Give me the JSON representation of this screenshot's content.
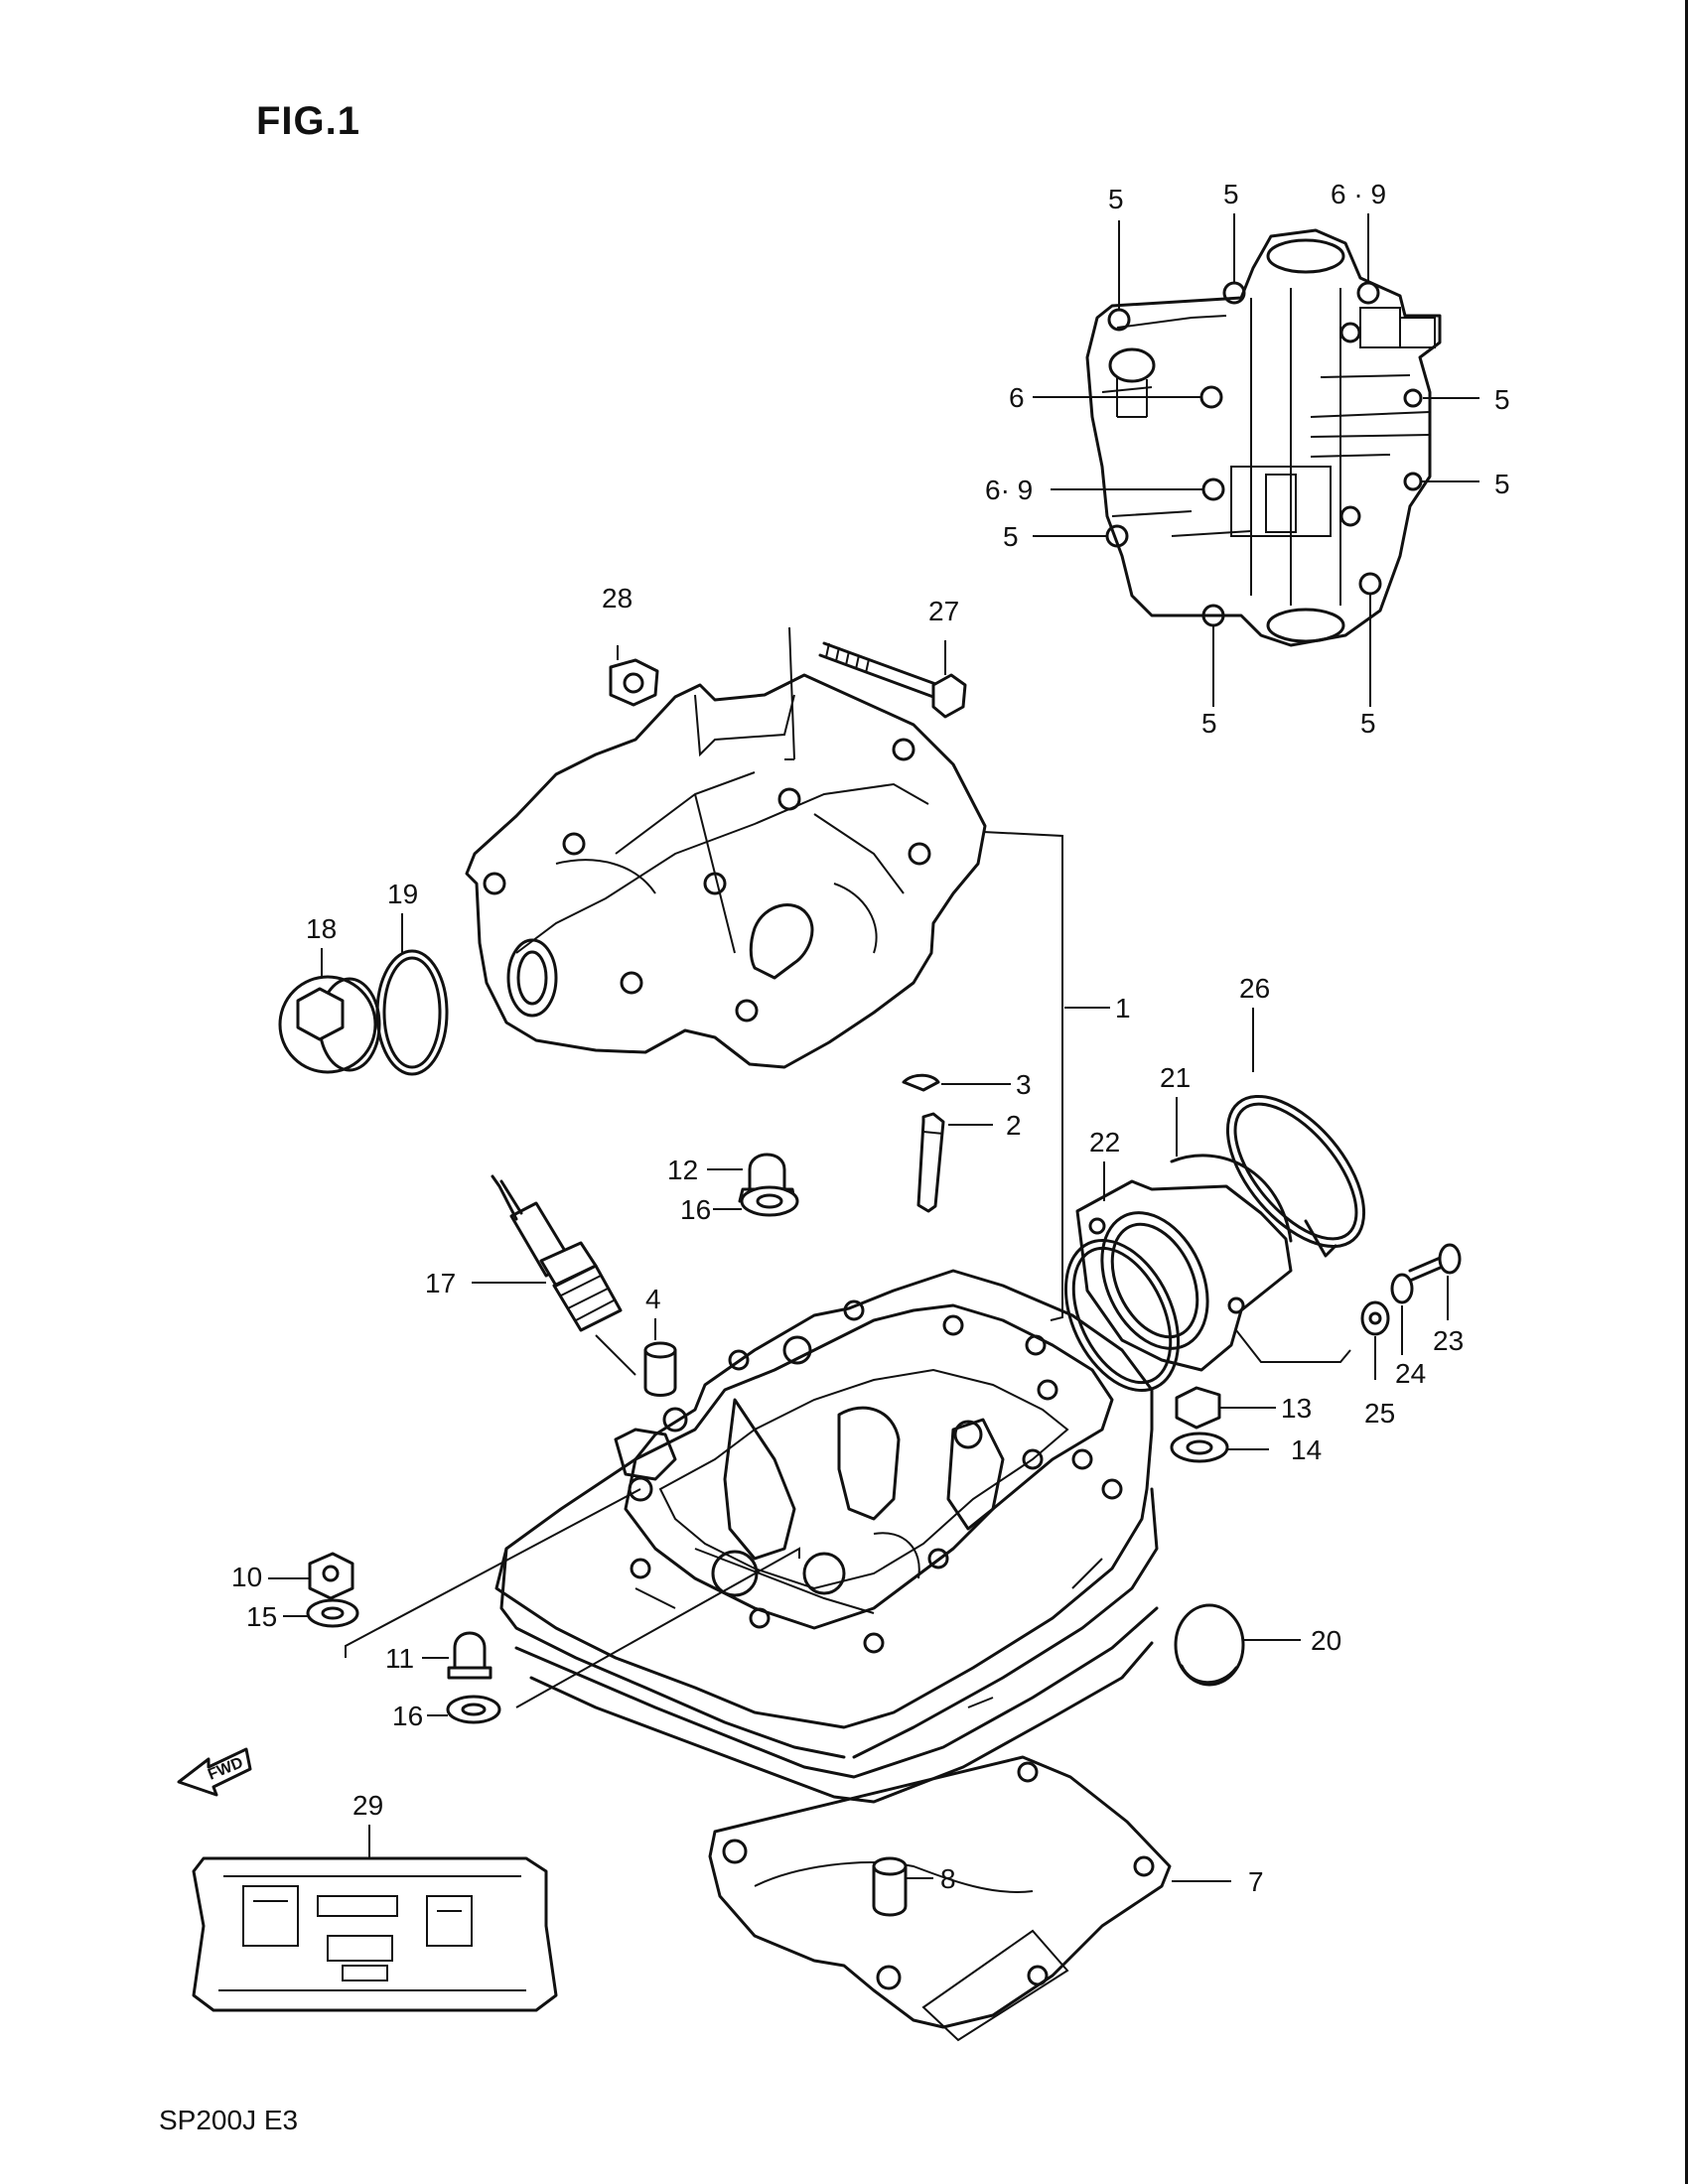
{
  "figure": {
    "title": "FIG.1",
    "footer_code": "SP200J E3",
    "fwd_label": "FWD"
  },
  "labels": {
    "inset": [
      "5",
      "5",
      "6 · 9",
      "6",
      "5",
      "6· 9",
      "5",
      "5",
      "5",
      "5"
    ],
    "main": [
      "28",
      "27",
      "19",
      "18",
      "1",
      "3",
      "2",
      "12",
      "16",
      "26",
      "21",
      "22",
      "17",
      "4",
      "23",
      "24",
      "25",
      "13",
      "14",
      "10",
      "15",
      "20",
      "11",
      "16",
      "29",
      "8",
      "7"
    ]
  },
  "colors": {
    "line": "#111111",
    "paper": "#ffffff"
  }
}
